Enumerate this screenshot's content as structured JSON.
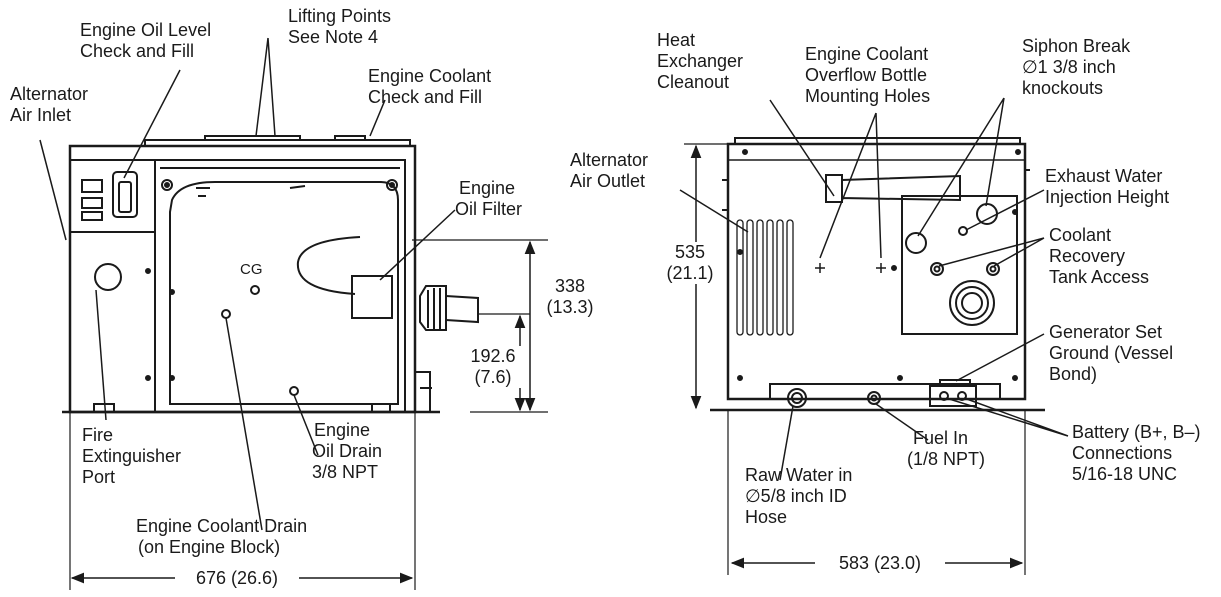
{
  "left_view": {
    "labels": {
      "oil_level": [
        "Engine Oil Level",
        "Check and Fill"
      ],
      "lifting": [
        "Lifting Points",
        "See Note 4"
      ],
      "coolant_fill": [
        "Engine Coolant",
        "Check and Fill"
      ],
      "alt_inlet": [
        "Alternator",
        "Air Inlet"
      ],
      "oil_filter": [
        "Engine",
        "Oil Filter"
      ],
      "fire_port": [
        "Fire",
        "Extinguisher",
        "Port"
      ],
      "oil_drain": [
        "Engine",
        "Oil Drain",
        "3/8 NPT"
      ],
      "coolant_drain": [
        "Engine Coolant Drain",
        "(on Engine Block)"
      ],
      "cg": "CG"
    },
    "dims": {
      "height_cg": [
        "338",
        "(13.3)"
      ],
      "height_filter": [
        "192.6",
        "(7.6)"
      ],
      "width": "676 (26.6)"
    }
  },
  "right_view": {
    "labels": {
      "hx_cleanout": [
        "Heat",
        "Exchanger",
        "Cleanout"
      ],
      "overflow": [
        "Engine Coolant",
        "Overflow Bottle",
        "Mounting Holes"
      ],
      "siphon": [
        "Siphon Break",
        "∅1 3/8 inch",
        "knockouts"
      ],
      "alt_outlet": [
        "Alternator",
        "Air Outlet"
      ],
      "exhaust": [
        "Exhaust Water",
        "Injection Height"
      ],
      "recovery": [
        "Coolant",
        "Recovery",
        "Tank Access"
      ],
      "ground": [
        "Generator Set",
        "Ground (Vessel",
        "Bond)"
      ],
      "battery": [
        "Battery (B+, B–)",
        "Connections",
        "5/16-18 UNC"
      ],
      "fuel": [
        "Fuel In",
        "(1/8 NPT)"
      ],
      "raw_water": [
        "Raw Water in",
        "∅5/8 inch ID",
        "Hose"
      ]
    },
    "dims": {
      "height": [
        "535",
        "(21.1)"
      ],
      "width": "583 (23.0)"
    }
  }
}
